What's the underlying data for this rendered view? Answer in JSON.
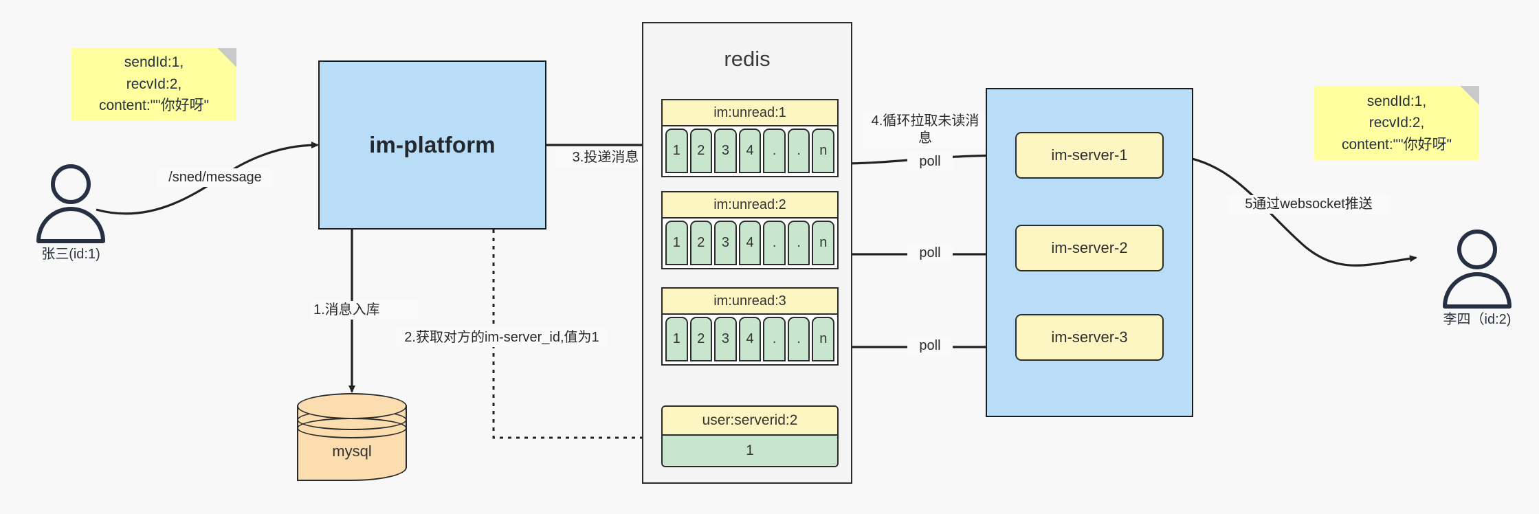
{
  "diagram": {
    "title": "IM message delivery architecture",
    "colors": {
      "background": "#f8f8f8",
      "note": "#ffffa0",
      "platform": "#b9dcf7",
      "redis_panel": "#f4f4f4",
      "key_row": "#fdf6c3",
      "cell": "#c8e6ce",
      "server_panel": "#b9dcf7",
      "server_box": "#fdf6c3",
      "mysql": "#fbddb0",
      "stroke": "#2b2b2b"
    }
  },
  "notes": {
    "left": "sendId:1,\nrecvId:2,\ncontent:\"\"你好呀\"",
    "right": "sendId:1,\nrecvId:2,\ncontent:\"\"你好呀\""
  },
  "actors": {
    "sender": {
      "label": "张三(id:1)",
      "icon": "user-icon"
    },
    "receiver": {
      "label": "李四（id:2)",
      "icon": "user-icon"
    }
  },
  "platform": {
    "label": "im-platform"
  },
  "mysql": {
    "label": "mysql"
  },
  "redis": {
    "title": "redis",
    "lists": [
      {
        "key": "im:unread:1",
        "cells": [
          "1",
          "2",
          "3",
          "4",
          ".",
          ".",
          "n"
        ]
      },
      {
        "key": "im:unread:2",
        "cells": [
          "1",
          "2",
          "3",
          "4",
          ".",
          ".",
          "n"
        ]
      },
      {
        "key": "im:unread:3",
        "cells": [
          "1",
          "2",
          "3",
          "4",
          ".",
          ".",
          "n"
        ]
      }
    ],
    "kv": {
      "key": "user:serverid:2",
      "value": "1"
    }
  },
  "server_cluster": {
    "servers": [
      {
        "label": "im-server-1"
      },
      {
        "label": "im-server-2"
      },
      {
        "label": "im-server-3"
      }
    ]
  },
  "edges": {
    "send_message": "/sned/message",
    "step1": "1.消息入库",
    "step2": "2.获取对方的im-server_id,值为1",
    "step3": "3.投递消息",
    "step4": "4.循环拉取未读消\n息",
    "poll1": "poll",
    "poll2": "poll",
    "poll3": "poll",
    "step5": "5通过websocket推送"
  }
}
